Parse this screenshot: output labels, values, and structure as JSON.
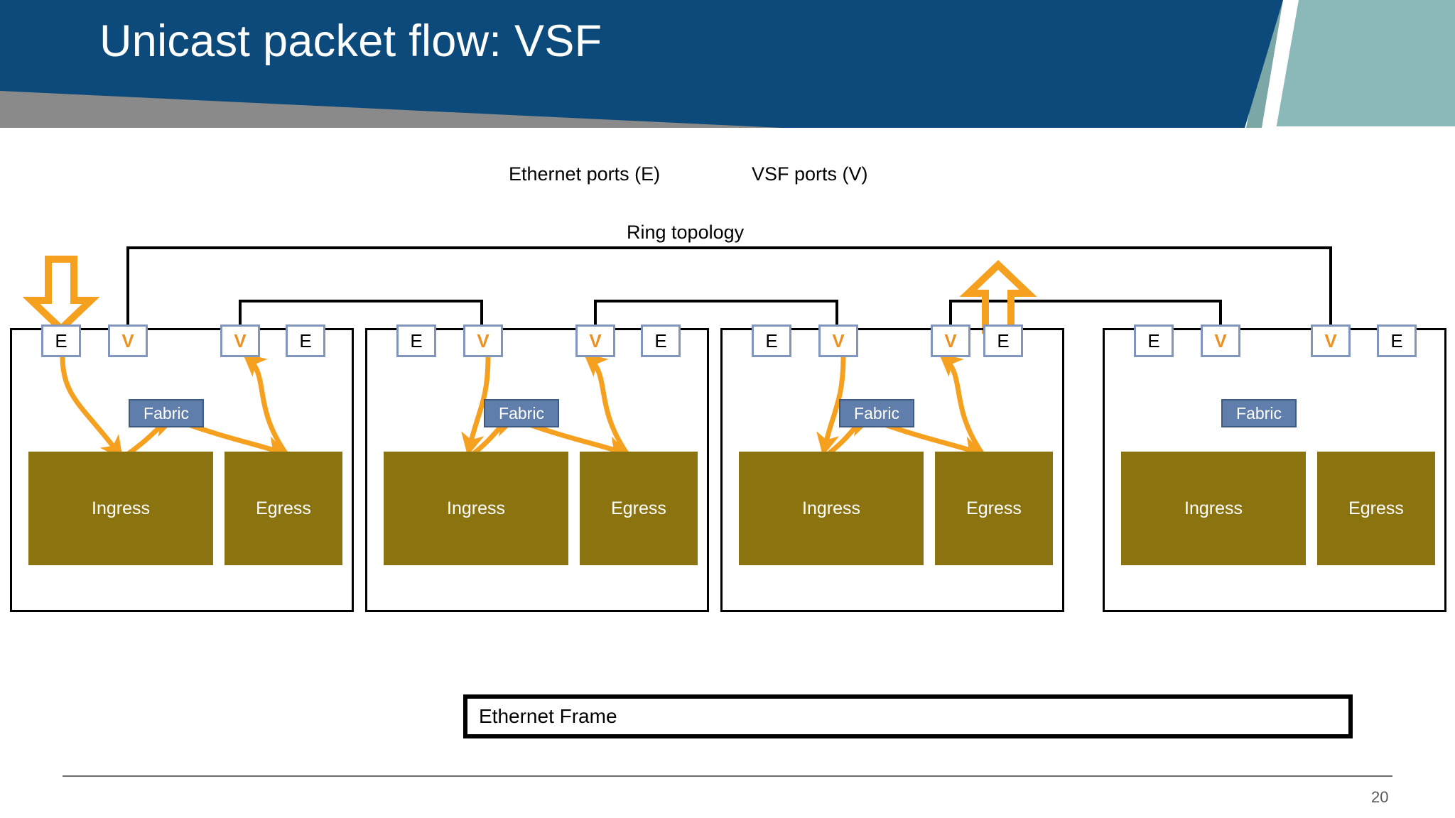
{
  "slide": {
    "title": "Unicast packet flow: VSF",
    "page_number": "20",
    "colors": {
      "banner_blue": "#0b4a7a",
      "banner_teal": "#8bb8b8",
      "banner_gray": "#8a8a8a",
      "port_border": "#8096bd",
      "v_label": "#ed9121",
      "fabric_fill": "#5f7eab",
      "stage_fill": "#8b7410",
      "arrow_orange": "#f5a01e"
    }
  },
  "legend": {
    "ethernet_ports": "Ethernet ports (E)",
    "vsf_ports": "VSF ports (V)",
    "topology": "Ring topology"
  },
  "labels": {
    "fabric": "Fabric",
    "ingress": "Ingress",
    "egress": "Egress",
    "ethernet_frame": "Ethernet Frame"
  },
  "switches": [
    {
      "id": "switch-1",
      "ports": [
        {
          "type": "E",
          "label": "E"
        },
        {
          "type": "V",
          "label": "V"
        },
        {
          "type": "V",
          "label": "V"
        },
        {
          "type": "E",
          "label": "E"
        }
      ],
      "fabric": "Fabric",
      "ingress": "Ingress",
      "egress": "Egress",
      "has_flow": true,
      "entry_arrow": "down-block-arrow-over-port-1",
      "exit_arrow": null
    },
    {
      "id": "switch-2",
      "ports": [
        {
          "type": "E",
          "label": "E"
        },
        {
          "type": "V",
          "label": "V"
        },
        {
          "type": "V",
          "label": "V"
        },
        {
          "type": "E",
          "label": "E"
        }
      ],
      "fabric": "Fabric",
      "ingress": "Ingress",
      "egress": "Egress",
      "has_flow": true,
      "entry_arrow": null,
      "exit_arrow": null
    },
    {
      "id": "switch-3",
      "ports": [
        {
          "type": "E",
          "label": "E"
        },
        {
          "type": "V",
          "label": "V"
        },
        {
          "type": "V",
          "label": "V"
        },
        {
          "type": "E",
          "label": "E"
        }
      ],
      "fabric": "Fabric",
      "ingress": "Ingress",
      "egress": "Egress",
      "has_flow": true,
      "entry_arrow": null,
      "exit_arrow": "up-block-arrow-over-port-4"
    },
    {
      "id": "switch-4",
      "ports": [
        {
          "type": "E",
          "label": "E"
        },
        {
          "type": "V",
          "label": "V"
        },
        {
          "type": "V",
          "label": "V"
        },
        {
          "type": "E",
          "label": "E"
        }
      ],
      "fabric": "Fabric",
      "ingress": "Ingress",
      "egress": "Egress",
      "has_flow": false,
      "entry_arrow": null,
      "exit_arrow": null
    }
  ]
}
